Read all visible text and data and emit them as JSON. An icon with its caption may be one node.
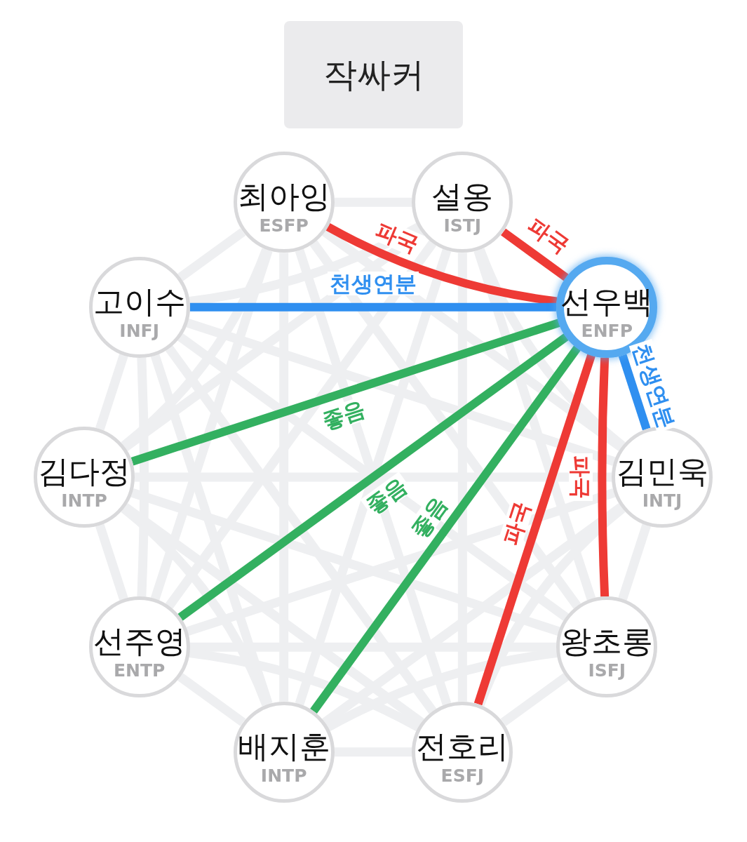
{
  "diagram": {
    "title": "작싸커",
    "nodes": [
      {
        "text": [
          "최아잉",
          "ESFP"
        ]
      },
      {
        "text": [
          "설옹",
          "ISTJ"
        ]
      },
      {
        "text": [
          "고이수",
          "INFJ"
        ]
      },
      {
        "text": [
          "선우백",
          "ENFP"
        ]
      },
      {
        "text": [
          "김다정",
          "INTP"
        ]
      },
      {
        "text": [
          "김민욱",
          "INTJ"
        ]
      },
      {
        "text": [
          "선주영",
          "ENTP"
        ]
      },
      {
        "text": [
          "왕초롱",
          "ISFJ"
        ]
      },
      {
        "text": [
          "배지훈",
          "INTP"
        ]
      },
      {
        "text": [
          "전호리",
          "ESFJ"
        ]
      }
    ],
    "edges": [
      {
        "from": 3,
        "to": 0,
        "arrow": "none",
        "label": "파국",
        "color": "#ee3a35"
      },
      {
        "from": 3,
        "to": 1,
        "arrow": "none",
        "label": "파국",
        "color": "#ee3a35"
      },
      {
        "from": 3,
        "to": 2,
        "arrow": "none",
        "label": "천생연분",
        "color": "#2f8ff0"
      },
      {
        "from": 3,
        "to": 4,
        "arrow": "none",
        "label": "좋음",
        "color": "#33b060"
      },
      {
        "from": 3,
        "to": 6,
        "arrow": "none",
        "label": "좋음",
        "color": "#33b060"
      },
      {
        "from": 3,
        "to": 8,
        "arrow": "none",
        "label": "좋음",
        "color": "#33b060"
      },
      {
        "from": 3,
        "to": 9,
        "arrow": "none",
        "label": "파국",
        "color": "#ee3a35"
      },
      {
        "from": 3,
        "to": 7,
        "arrow": "none",
        "label": "파국",
        "color": "#ee3a35"
      },
      {
        "from": 3,
        "to": 5,
        "arrow": "none",
        "label": "천생연분",
        "color": "#2f8ff0"
      },
      {
        "from": 0,
        "to": 1,
        "arrow": "none"
      },
      {
        "from": 0,
        "to": 2,
        "arrow": "none"
      },
      {
        "from": 0,
        "to": 4,
        "arrow": "none"
      },
      {
        "from": 0,
        "to": 5,
        "arrow": "none"
      },
      {
        "from": 0,
        "to": 6,
        "arrow": "none"
      },
      {
        "from": 0,
        "to": 7,
        "arrow": "none"
      },
      {
        "from": 0,
        "to": 8,
        "arrow": "none"
      },
      {
        "from": 0,
        "to": 9,
        "arrow": "none"
      },
      {
        "from": 1,
        "to": 2,
        "arrow": "none"
      },
      {
        "from": 1,
        "to": 4,
        "arrow": "none"
      },
      {
        "from": 1,
        "to": 5,
        "arrow": "none"
      },
      {
        "from": 1,
        "to": 6,
        "arrow": "none"
      },
      {
        "from": 1,
        "to": 7,
        "arrow": "none"
      },
      {
        "from": 1,
        "to": 8,
        "arrow": "none"
      },
      {
        "from": 1,
        "to": 9,
        "arrow": "none"
      },
      {
        "from": 2,
        "to": 4,
        "arrow": "none"
      },
      {
        "from": 2,
        "to": 5,
        "arrow": "none"
      },
      {
        "from": 2,
        "to": 6,
        "arrow": "none"
      },
      {
        "from": 2,
        "to": 7,
        "arrow": "none"
      },
      {
        "from": 2,
        "to": 8,
        "arrow": "none"
      },
      {
        "from": 2,
        "to": 9,
        "arrow": "none"
      },
      {
        "from": 4,
        "to": 5,
        "arrow": "none"
      },
      {
        "from": 4,
        "to": 6,
        "arrow": "none"
      },
      {
        "from": 4,
        "to": 7,
        "arrow": "none"
      },
      {
        "from": 4,
        "to": 8,
        "arrow": "none"
      },
      {
        "from": 4,
        "to": 9,
        "arrow": "none"
      },
      {
        "from": 5,
        "to": 6,
        "arrow": "none"
      },
      {
        "from": 5,
        "to": 7,
        "arrow": "none"
      },
      {
        "from": 5,
        "to": 8,
        "arrow": "none"
      },
      {
        "from": 5,
        "to": 9,
        "arrow": "none"
      },
      {
        "from": 6,
        "to": 7,
        "arrow": "none"
      },
      {
        "from": 6,
        "to": 8,
        "arrow": "none"
      },
      {
        "from": 6,
        "to": 9,
        "arrow": "none"
      },
      {
        "from": 7,
        "to": 8,
        "arrow": "none"
      },
      {
        "from": 7,
        "to": 9,
        "arrow": "none"
      },
      {
        "from": 8,
        "to": 9,
        "arrow": "none"
      }
    ]
  }
}
